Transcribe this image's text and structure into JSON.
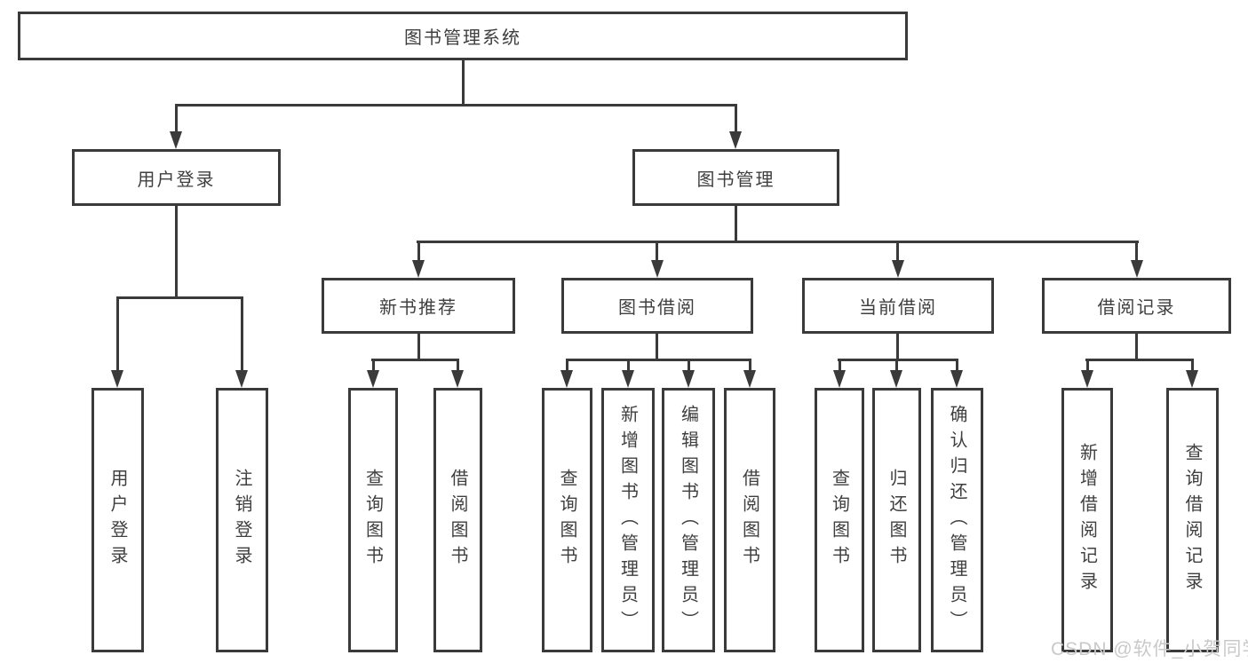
{
  "tree": {
    "root": "图书管理系统",
    "login": {
      "label": "用户登录",
      "children": {
        "login": "用户登录",
        "logout": "注销登录"
      }
    },
    "mgmt": {
      "label": "图书管理",
      "children": {
        "newBooks": {
          "label": "新书推荐",
          "children": {
            "query": "查询图书",
            "borrow": "借阅图书"
          }
        },
        "borrowing": {
          "label": "图书借阅",
          "children": {
            "query": "查询图书",
            "add": "新增图书（管理员）",
            "edit": "编辑图书（管理员）",
            "borrow": "借阅图书"
          }
        },
        "current": {
          "label": "当前借阅",
          "children": {
            "query": "查询图书",
            "return": "归还图书",
            "confirm": "确认归还（管理员）"
          }
        },
        "records": {
          "label": "借阅记录",
          "children": {
            "add": "新增借阅记录",
            "query": "查询借阅记录"
          }
        }
      }
    }
  },
  "watermark": "CSDN @软件_小贺同学",
  "colors": {
    "line": "#3a3a3a",
    "text": "#3f3f3f",
    "background": "#ffffff",
    "watermark": "#c9c9c9"
  }
}
